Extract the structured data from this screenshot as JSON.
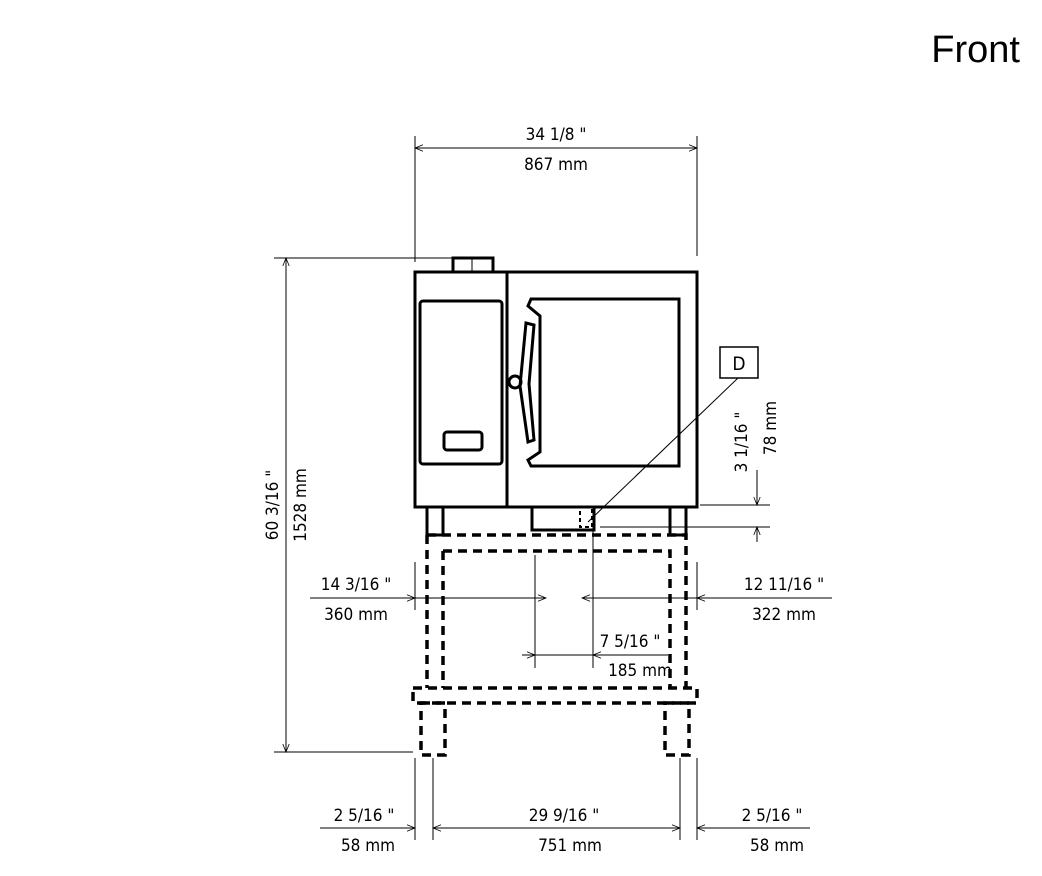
{
  "title": "Front",
  "callout": "D",
  "dims": {
    "width_in": "34 1/8 \"",
    "width_mm": "867 mm",
    "height_in": "60 3/16 \"",
    "height_mm": "1528 mm",
    "drain_in": "3 1/16 \"",
    "drain_mm": "78 mm",
    "left_in": "14 3/16 \"",
    "left_mm": "360 mm",
    "right_in": "12 11/16 \"",
    "right_mm": "322 mm",
    "center_in": "7 5/16 \"",
    "center_mm": "185 mm",
    "foot_left_in": "2 5/16 \"",
    "foot_left_mm": "58 mm",
    "legs_in": "29 9/16 \"",
    "legs_mm": "751 mm",
    "foot_right_in": "2 5/16 \"",
    "foot_right_mm": "58 mm"
  }
}
